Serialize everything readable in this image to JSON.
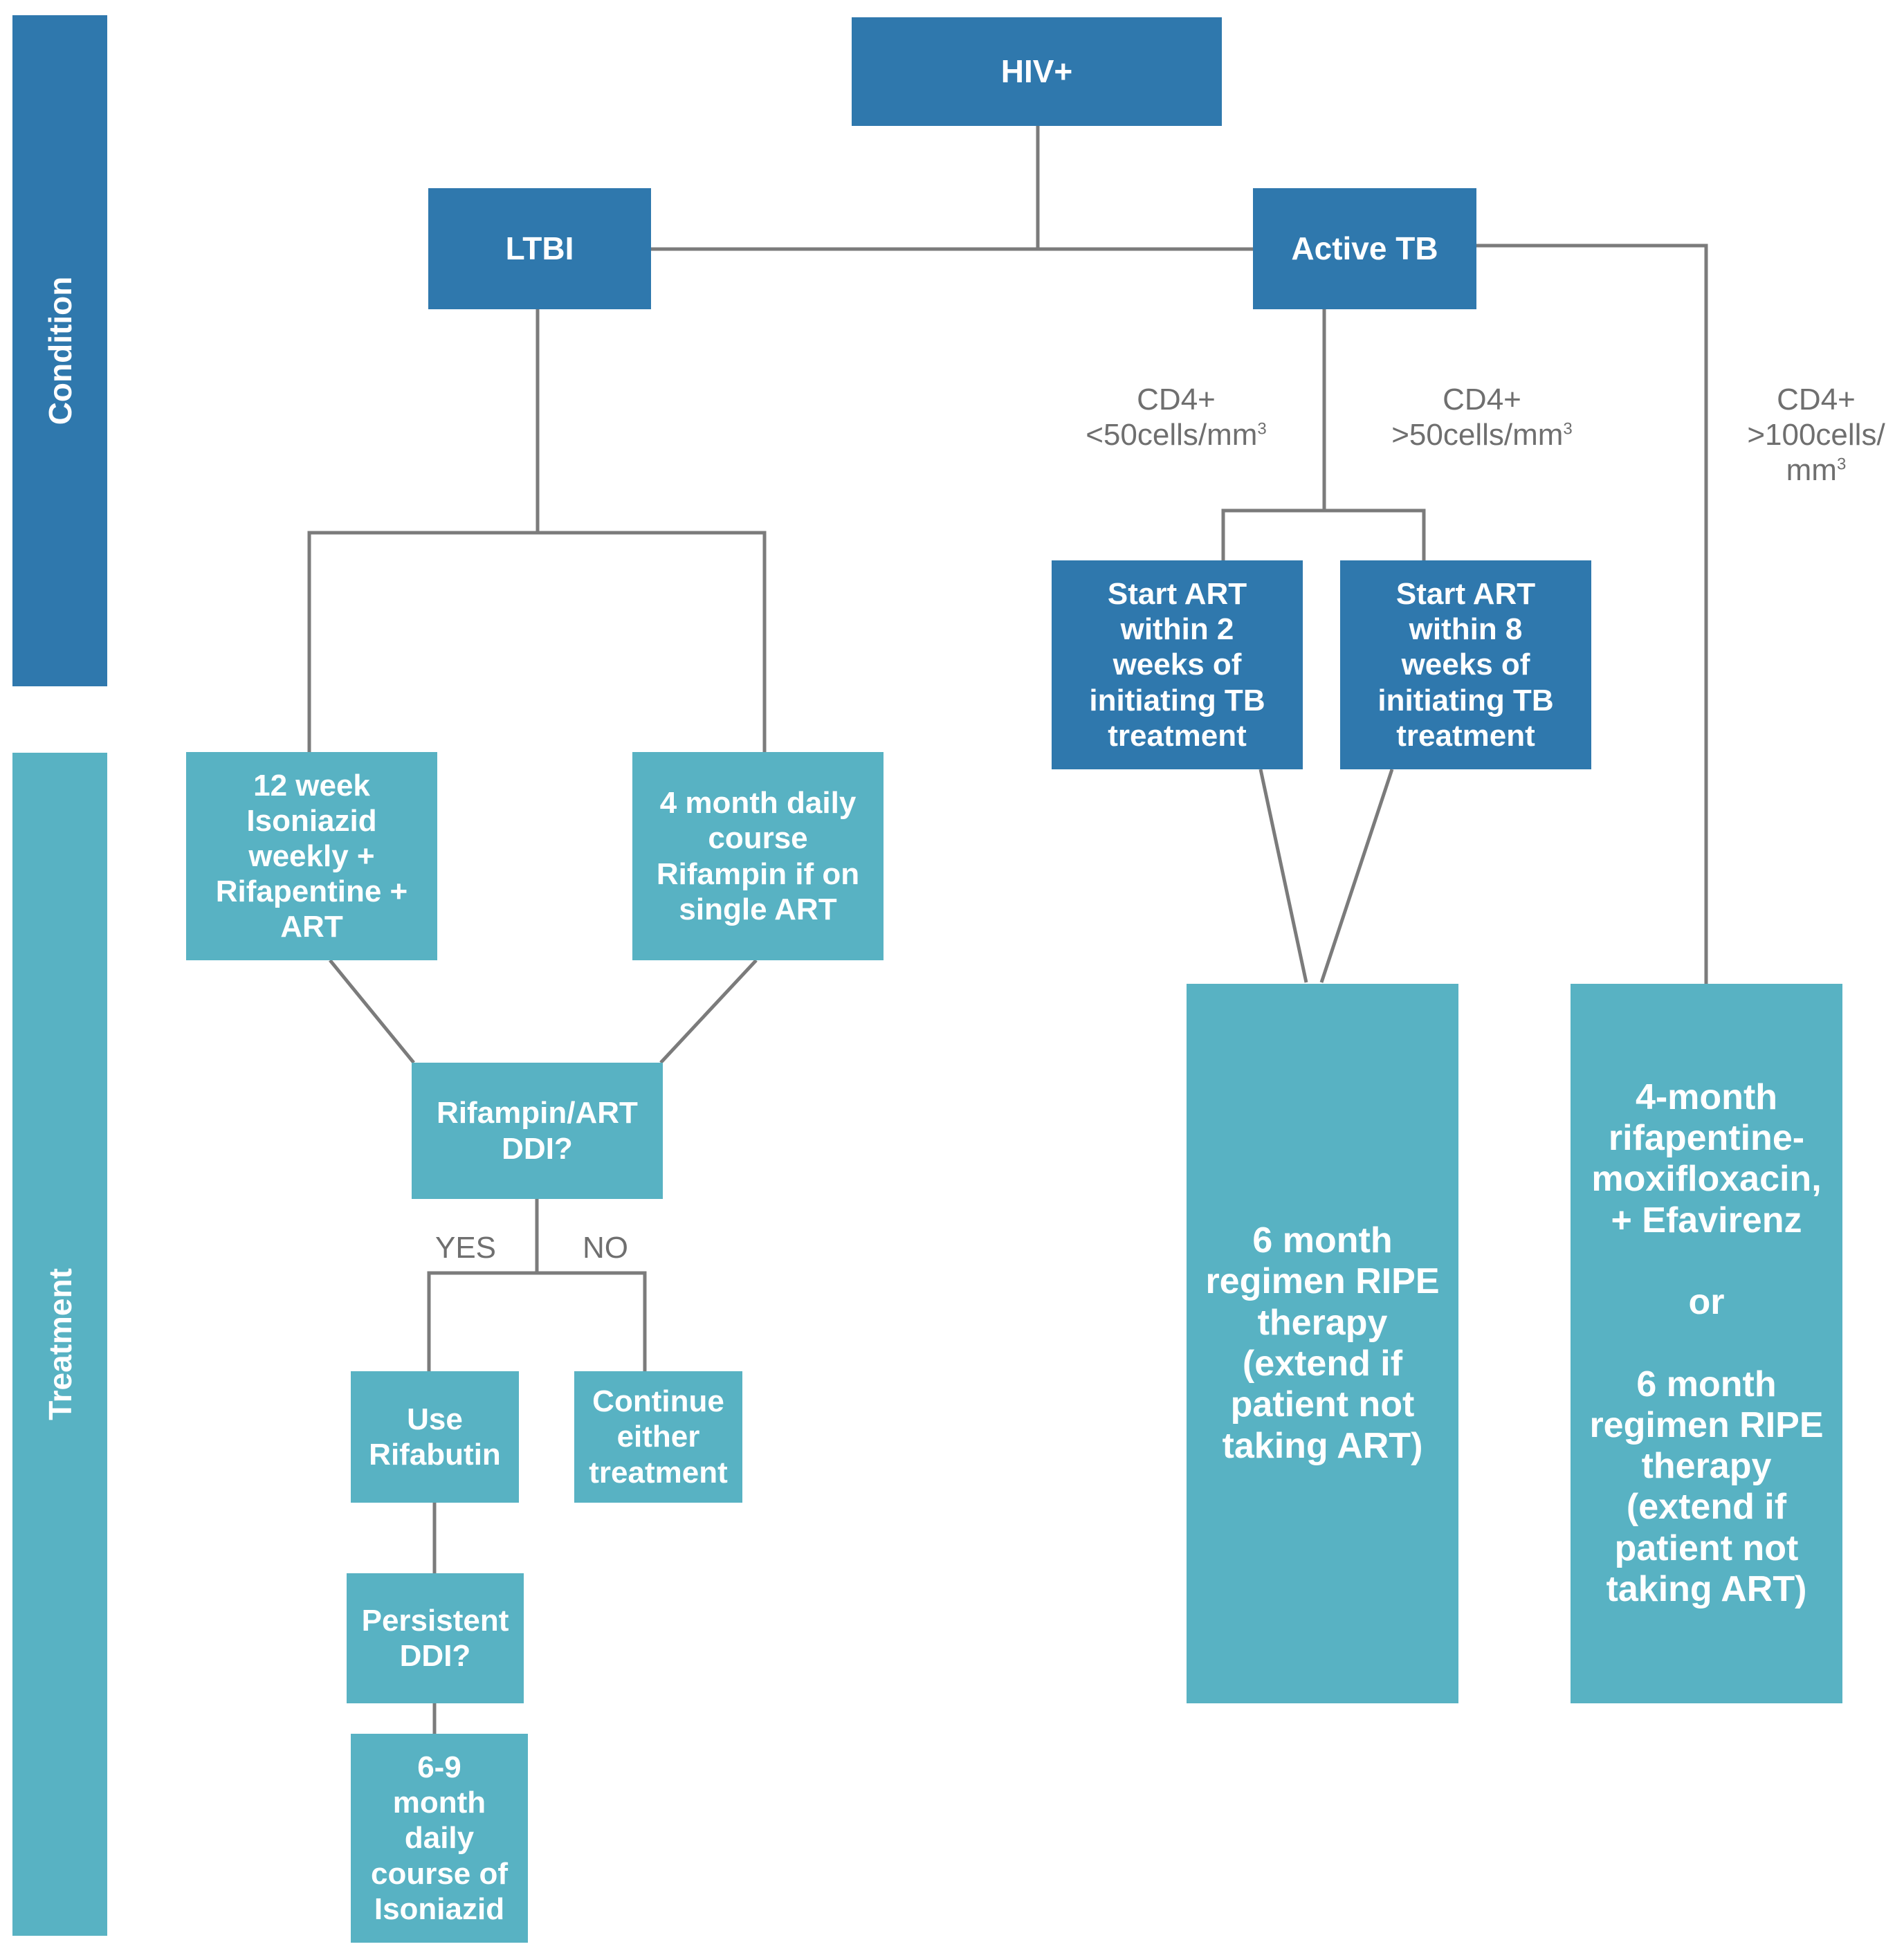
{
  "bands": {
    "condition": "Condition",
    "treatment": "Treatment"
  },
  "nodes": {
    "hiv": "HIV+",
    "ltbi": "LTBI",
    "active_tb": "Active TB",
    "isoniazid_12wk": "12 week\nIsoniazid\nweekly +\nRifapentine +\nART",
    "rifampin_4mo": "4 month daily\ncourse\nRifampin if on\nsingle ART",
    "ddi_question": "Rifampin/ART\nDDI?",
    "use_rifabutin": "Use\nRifabutin",
    "continue_treatment": "Continue\neither\ntreatment",
    "persistent_ddi": "Persistent\nDDI?",
    "isoniazid_6_9mo": "6-9\nmonth\ndaily\ncourse of\nIsoniazid",
    "art_2wk": "Start ART\nwithin 2\nweeks of\ninitiating TB\ntreatment",
    "art_8wk": "Start ART\nwithin 8\nweeks of\ninitiating TB\ntreatment",
    "ripe_6mo": "6 month\nregimen RIPE\ntherapy\n(extend if\npatient not\ntaking ART)",
    "rifapentine_4mo": "4-month\nrifapentine-\nmoxifloxacin,\n+ Efavirenz\n\nor\n\n6 month\nregimen RIPE\ntherapy\n(extend if\npatient not\ntaking ART)"
  },
  "labels": {
    "cd4_lt50_line1": "CD4+",
    "cd4_lt50_line2": "<50cells/mm",
    "cd4_gt50_line1": "CD4+",
    "cd4_gt50_line2": ">50cells/mm",
    "cd4_gt100_line1": "CD4+",
    "cd4_gt100_line2": ">100cells/",
    "cd4_gt100_line3": "mm",
    "cube_superscript": "3",
    "yes": "YES",
    "no": "NO"
  },
  "colors": {
    "condition_blue": "#2f78ad",
    "treatment_teal": "#58b2c3",
    "connector_gray": "#7b7b7b",
    "label_gray": "#6f6f6f"
  }
}
